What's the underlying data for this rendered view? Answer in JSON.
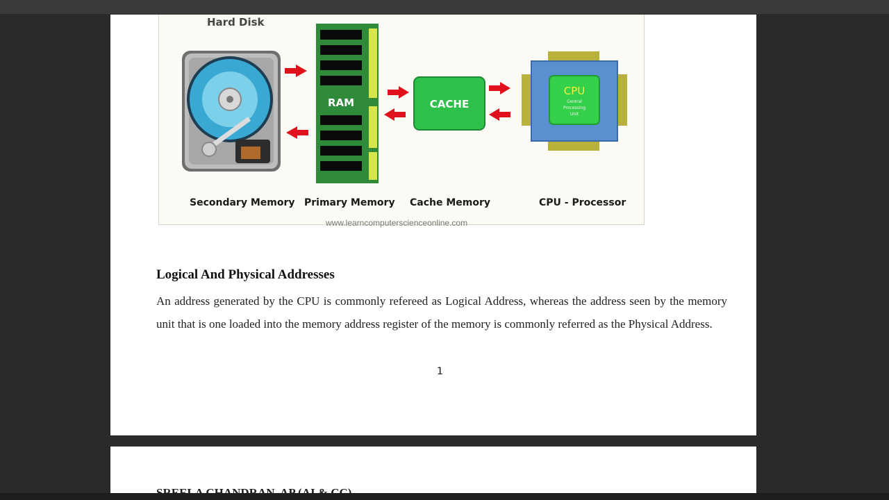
{
  "figure": {
    "hard_disk_label": "Hard Disk",
    "ram_label": "RAM",
    "cache_label": "CACHE",
    "cpu_label": "CPU",
    "cpu_sub_label_1": "Central",
    "cpu_sub_label_2": "Processing",
    "cpu_sub_label_3": "Unit",
    "captions": {
      "secondary": "Secondary Memory",
      "primary": "Primary Memory",
      "cache": "Cache Memory",
      "cpu": "CPU - Processor"
    },
    "website": "www.learncomputerscienceonline.com",
    "colors": {
      "arrow": "#e0101c",
      "ram_board": "#2f8a3a",
      "cache": "#2ec04a",
      "cpu_body": "#5a8fd0",
      "cpu_core": "#35d04a",
      "cpu_text": "#f2f23a"
    }
  },
  "section": {
    "heading": "Logical And Physical Addresses",
    "paragraph": "An address generated by the CPU is commonly refereed as Logical Address, whereas the address seen by the memory unit that is one loaded into the memory address register of the memory is commonly referred as the Physical Address."
  },
  "page_number": "1",
  "next_page_header": "SREELA CHANDRAN. AP (AI & CC)"
}
